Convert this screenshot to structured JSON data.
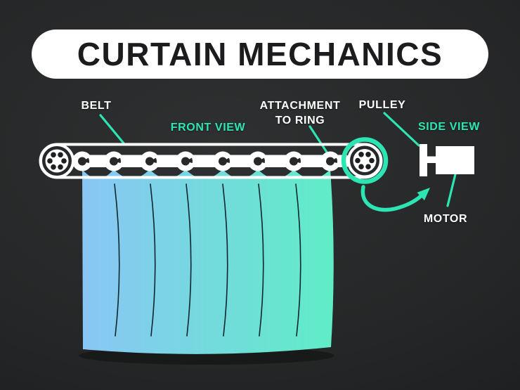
{
  "title": "CURTAIN MECHANICS",
  "labels": {
    "belt": "BELT",
    "front_view": "FRONT VIEW",
    "attachment_line1": "ATTACHMENT",
    "attachment_line2": "TO RING",
    "pulley": "PULLEY",
    "side_view": "SIDE VIEW",
    "motor": "MOTOR"
  },
  "diagram": {
    "ring_count": 8,
    "fold_count": 6,
    "pulley_count": 2
  },
  "colors": {
    "background": "#242627",
    "accent_teal": "#2de5b2",
    "white": "#ffffff",
    "title_text": "#1c1c1e",
    "curtain_gradient_left": "#89c6f5",
    "curtain_gradient_right": "#5fedc6",
    "fold_line": "#0e2530"
  }
}
